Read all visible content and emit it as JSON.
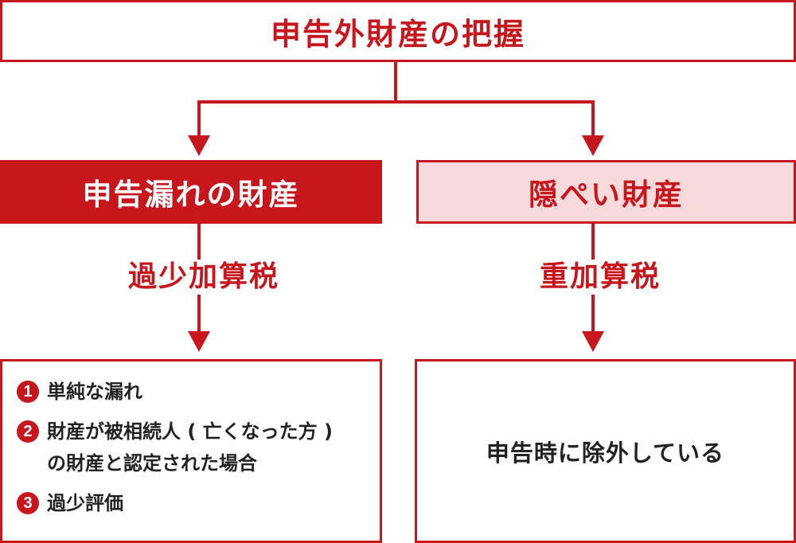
{
  "colors": {
    "accent": "#c8161d",
    "pink_fill": "#f7dadb",
    "text": "#222222"
  },
  "top": {
    "title": "申告外財産の把握"
  },
  "left": {
    "title": "申告漏れの財産",
    "tax": "過少加算税",
    "items": [
      {
        "num": "1",
        "lines": [
          "単純な漏れ"
        ]
      },
      {
        "num": "2",
        "lines": [
          "財産が被相続人 ( 亡くなった方 )",
          "の財産と認定された場合"
        ]
      },
      {
        "num": "3",
        "lines": [
          "過少評価"
        ]
      }
    ]
  },
  "right": {
    "title": "隠ぺい財産",
    "tax": "重加算税",
    "detail": "申告時に除外している"
  }
}
